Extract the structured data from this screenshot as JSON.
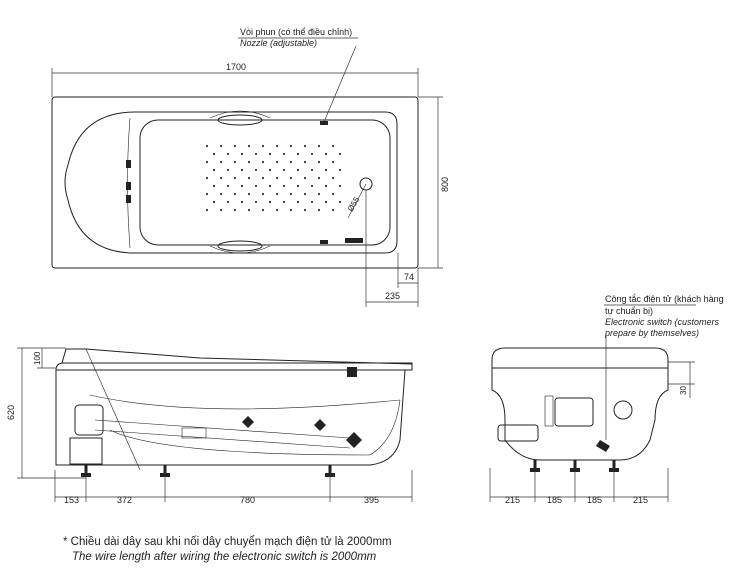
{
  "top_view": {
    "nozzle_label_vi": "Vòi phun (có thể điều chỉnh)",
    "nozzle_label_en": "Nozzle (adjustable)",
    "length": "1700",
    "width": "800",
    "drain_diameter": "Ø55",
    "drain_offset_small": "74",
    "drain_offset": "235"
  },
  "side_view": {
    "height": "620",
    "headrest_height": "100",
    "leg_spacing": [
      "153",
      "372",
      "780",
      "395"
    ]
  },
  "end_view": {
    "switch_label_vi_1": "Công tắc điện tử (khách hàng",
    "switch_label_vi_2": "tự chuẩn bị)",
    "switch_label_en_1": "Electronic switch (customers",
    "switch_label_en_2": "prepare by themselves)",
    "rim_offset": "30",
    "leg_spacing": [
      "215",
      "185",
      "185",
      "215"
    ]
  },
  "note": {
    "vi": "* Chiều dài dây sau khi nối dây chuyển mạch điện tử là 2000mm",
    "en": "The wire length after wiring the electronic switch is 2000mm"
  }
}
